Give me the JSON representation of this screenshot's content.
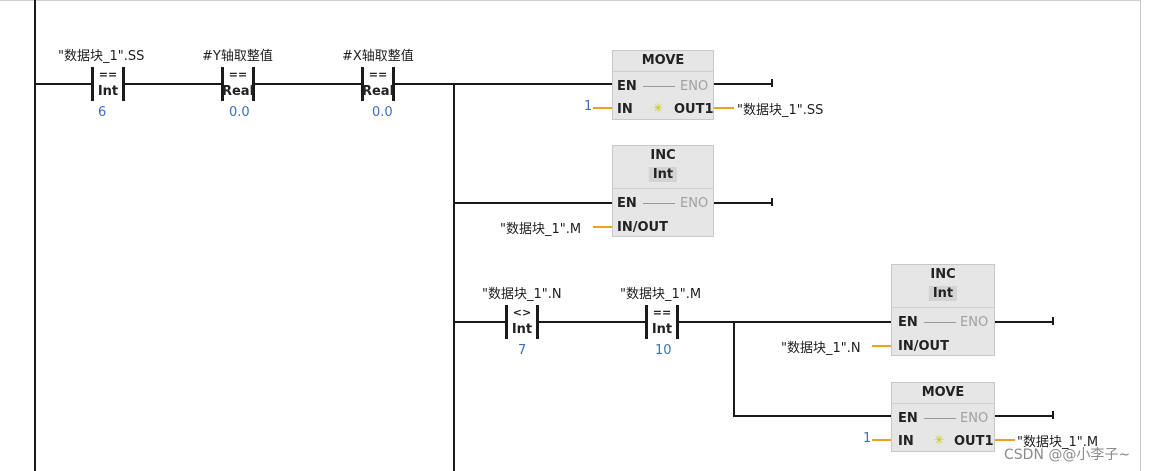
{
  "network": {
    "contacts": [
      {
        "operand": "\"数据块_1\".SS",
        "symbol": "==",
        "type": "Int",
        "value": "6"
      },
      {
        "operand": "#Y轴取整值",
        "symbol": "==",
        "type": "Real",
        "value": "0.0"
      },
      {
        "operand": "#X轴取整值",
        "symbol": "==",
        "type": "Real",
        "value": "0.0"
      },
      {
        "operand": "\"数据块_1\".N",
        "symbol": "<>",
        "type": "Int",
        "value": "7"
      },
      {
        "operand": "\"数据块_1\".M",
        "symbol": "==",
        "type": "Int",
        "value": "10"
      }
    ],
    "boxes": [
      {
        "title": "MOVE",
        "en": "EN",
        "eno": "ENO",
        "in_pin": "IN",
        "in_value": "1",
        "out_pin": "OUT1",
        "out_value": "\"数据块_1\".SS"
      },
      {
        "title": "INC",
        "subtitle": "Int",
        "en": "EN",
        "eno": "ENO",
        "inout_pin": "IN/OUT",
        "inout_value": "\"数据块_1\".M"
      },
      {
        "title": "INC",
        "subtitle": "Int",
        "en": "EN",
        "eno": "ENO",
        "inout_pin": "IN/OUT",
        "inout_value": "\"数据块_1\".N"
      },
      {
        "title": "MOVE",
        "en": "EN",
        "eno": "ENO",
        "in_pin": "IN",
        "in_value": "1",
        "out_pin": "OUT1",
        "out_value": "\"数据块_1\".M"
      }
    ]
  },
  "watermark": "CSDN @@小李子~",
  "colors": {
    "wire": "#1a1a1a",
    "orange_pin": "#f0a020",
    "value_blue": "#3a6fc4",
    "box_bg": "#e6e6e6",
    "eno_gray": "#a0a0a0"
  },
  "icons": {
    "out_pin_marker": "sparkle-icon"
  }
}
